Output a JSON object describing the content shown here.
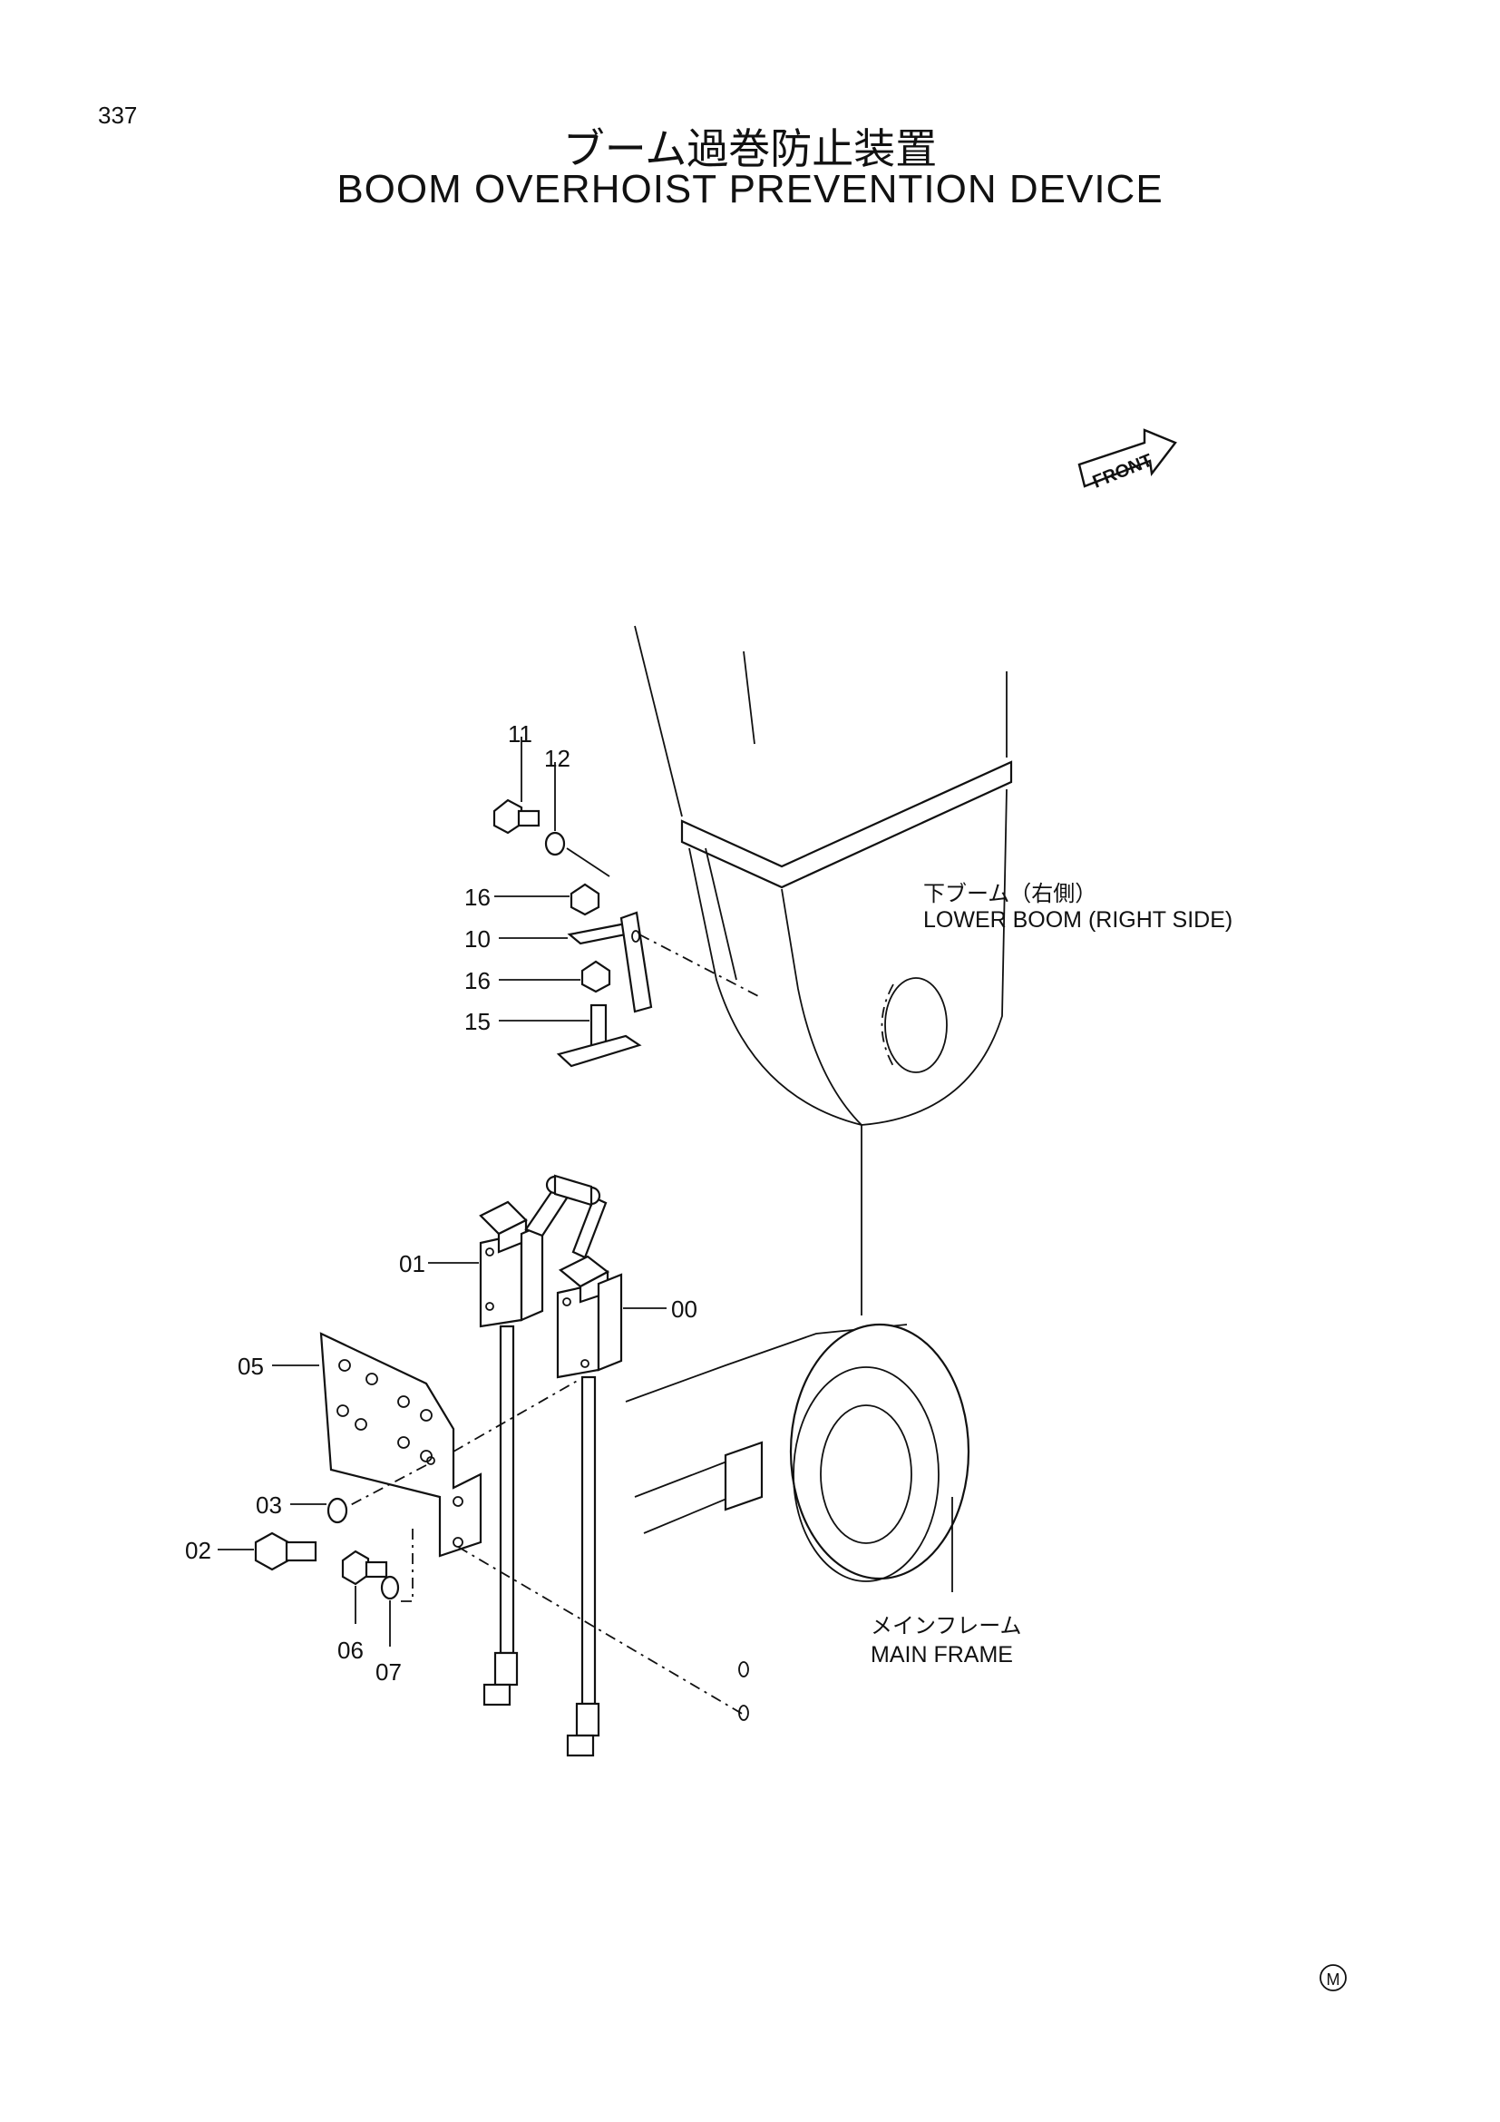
{
  "page": {
    "number": "337"
  },
  "title": {
    "japanese": "ブーム過巻防止装置",
    "english": "BOOM OVERHOIST PREVENTION DEVICE"
  },
  "front_arrow": {
    "label": "FRONT"
  },
  "captions": {
    "lower_boom_jp": "下ブーム（右側）",
    "lower_boom_en": "LOWER BOOM (RIGHT SIDE)",
    "main_frame_jp": "メインフレーム",
    "main_frame_en": "MAIN FRAME"
  },
  "callouts": {
    "p11": "11",
    "p12": "12",
    "p16a": "16",
    "p10": "10",
    "p16b": "16",
    "p15": "15",
    "p01": "01",
    "p00": "00",
    "p05": "05",
    "p03": "03",
    "p02": "02",
    "p06": "06",
    "p07": "07"
  },
  "mark": "M"
}
